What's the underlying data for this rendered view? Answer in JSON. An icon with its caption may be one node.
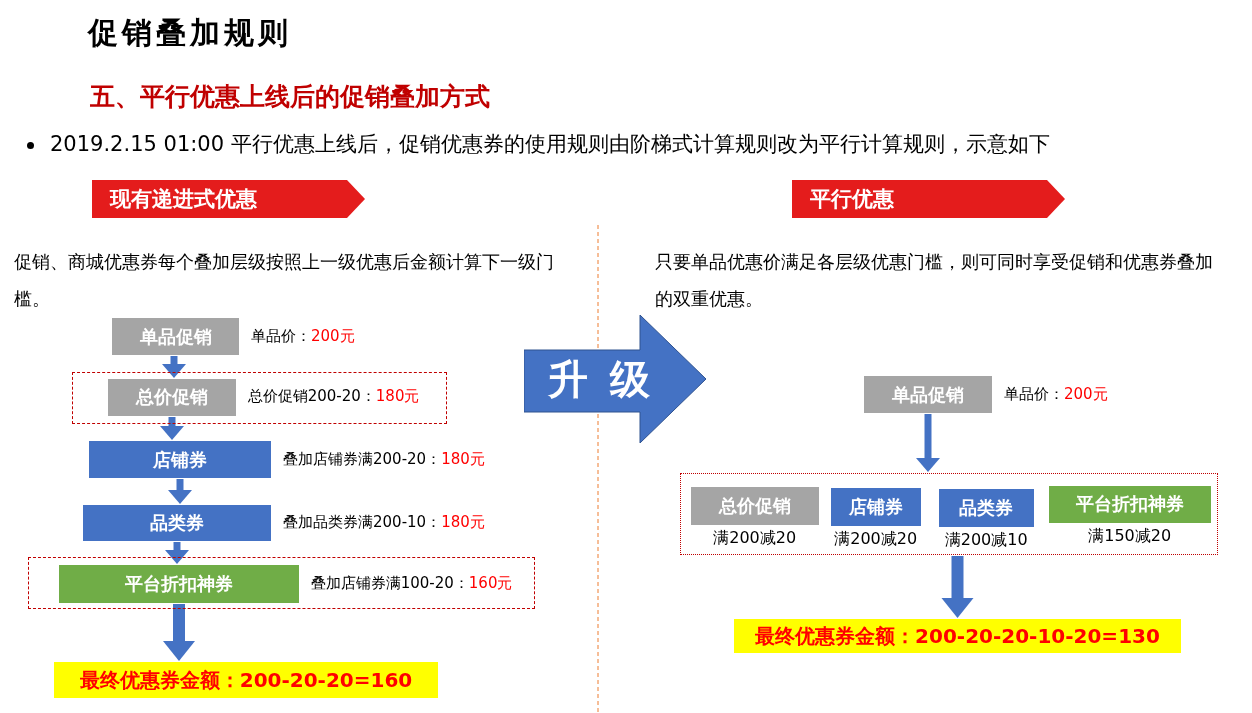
{
  "diagram": {
    "title": "促销叠加规则",
    "nodes": [
      {
        "text": [
          "现有递进式优惠"
        ]
      },
      {
        "text": [
          "平行优惠"
        ]
      },
      {
        "text": [
          "单品促销"
        ],
        "beside": [
          "单品价：",
          "200元"
        ]
      },
      {
        "text": [],
        "shape": "box"
      },
      {
        "text": [
          "总价促销"
        ],
        "in": 3,
        "beside": [
          "总价促销200-20：",
          "180元"
        ]
      },
      {
        "text": [
          "店铺券"
        ],
        "beside": [
          "叠加店铺券满200-20：",
          "180元"
        ]
      },
      {
        "text": [
          "品类券"
        ],
        "beside": [
          "叠加品类券满200-10：",
          "180元"
        ]
      },
      {
        "text": [],
        "shape": "box"
      },
      {
        "text": [
          "平台折扣神券"
        ],
        "in": 7,
        "beside": [
          "叠加店铺券满100-20：",
          "160元"
        ]
      },
      {
        "text": [
          "最终优惠券金额：200-20-20=160"
        ]
      },
      {
        "text": [
          "升 级"
        ]
      },
      {
        "text": [
          "单品促销"
        ],
        "beside": [
          "单品价：",
          "200元"
        ]
      },
      {
        "text": [],
        "shape": "box"
      },
      {
        "text": [
          "总价促销"
        ],
        "in": 12,
        "beside": [
          "满200减20"
        ]
      },
      {
        "text": [
          "店铺券"
        ],
        "in": 12,
        "beside": [
          "满200减20"
        ]
      },
      {
        "text": [
          "品类券"
        ],
        "in": 12,
        "beside": [
          "满200减10"
        ]
      },
      {
        "text": [
          "平台折扣神券"
        ],
        "in": 12,
        "beside": [
          "满150减20"
        ]
      },
      {
        "text": [
          "最终优惠券金额：200-20-20-10-20=130"
        ]
      }
    ],
    "edges": [
      {
        "from": 2,
        "to": 4,
        "arrow": "to"
      },
      {
        "from": 4,
        "to": 5,
        "arrow": "to"
      },
      {
        "from": 5,
        "to": 6,
        "arrow": "to"
      },
      {
        "from": 6,
        "to": 8,
        "arrow": "to"
      },
      {
        "from": 8,
        "to": 9,
        "arrow": "to"
      },
      {
        "from": 11,
        "to": 12,
        "arrow": "to"
      },
      {
        "from": 12,
        "to": 17,
        "arrow": "to"
      }
    ],
    "labels": [
      "五、平行优惠上线后的促销叠加方式",
      "2019.2.15 01:00 平行优惠上线后，促销优惠券的使用规则由阶梯式计算规则改为平行计算规则，示意如下",
      "促销、商城优惠券每个叠加层级按照上一级优惠后金额计算下一级门槛。",
      "只要单品优惠价满足各层级优惠门槛，则可同时享受促销和优惠券叠加的双重优惠。"
    ]
  }
}
